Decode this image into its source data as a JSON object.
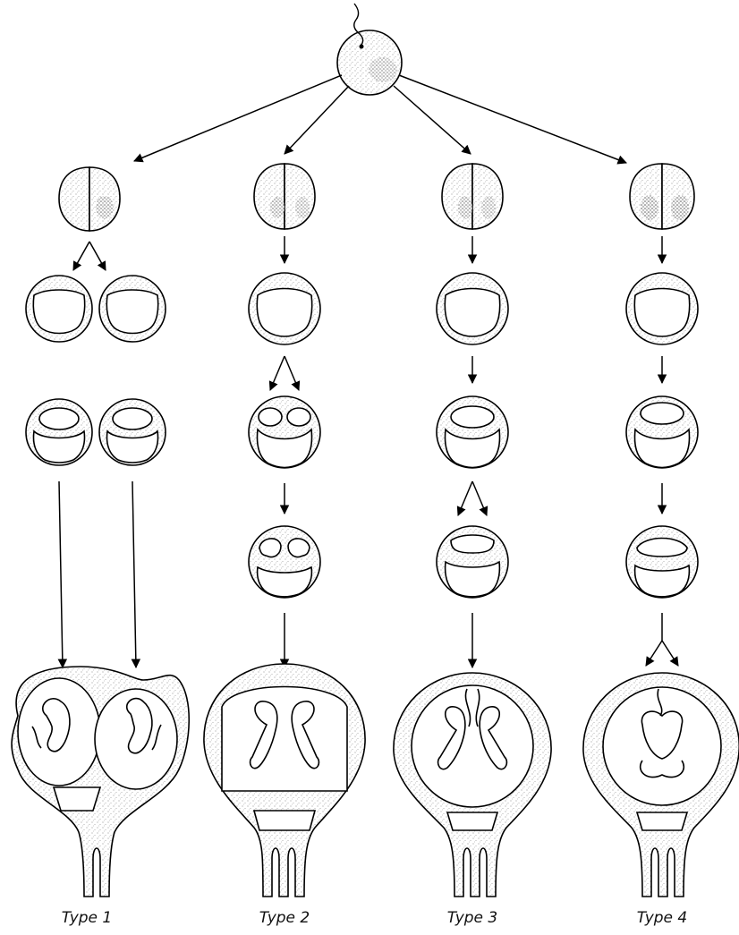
{
  "types": [
    {
      "label": "Type 1"
    },
    {
      "label": "Type 2"
    },
    {
      "label": "Type 3"
    },
    {
      "label": "Type 4"
    }
  ]
}
